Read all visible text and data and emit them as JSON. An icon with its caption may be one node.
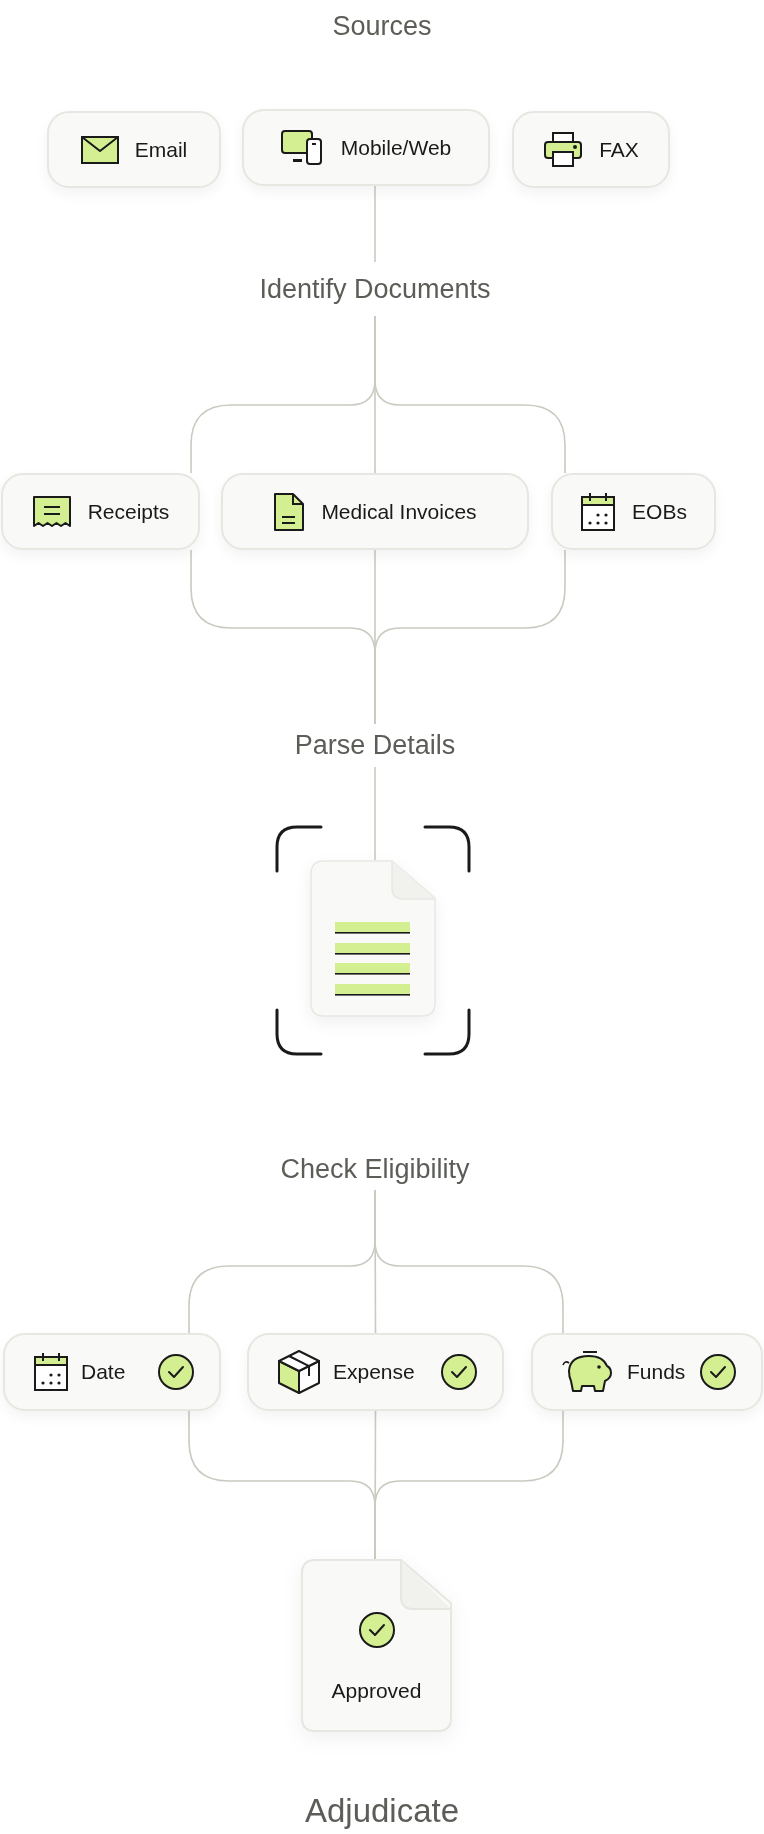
{
  "diagram": {
    "nodes": [
      {
        "text": [
          "Email"
        ]
      },
      {
        "text": [
          "Mobile/Web"
        ]
      },
      {
        "text": [
          "FAX"
        ]
      },
      {
        "text": [
          "Identify Documents"
        ]
      },
      {
        "text": [
          "Receipts"
        ]
      },
      {
        "text": [
          "Medical Invoices"
        ]
      },
      {
        "text": [
          "EOBs"
        ]
      },
      {
        "text": [
          "Parse Details"
        ]
      },
      {
        "text": [],
        "shape": "picture"
      },
      {
        "text": [
          "Check Eligibility"
        ]
      },
      {
        "text": [
          "Date"
        ]
      },
      {
        "text": [
          "Expense"
        ]
      },
      {
        "text": [
          "Funds"
        ]
      },
      {
        "text": [
          "Approved"
        ]
      }
    ],
    "edges": [
      {
        "from": 1,
        "to": 3,
        "arrow": "none"
      },
      {
        "from": 3,
        "to": 4,
        "arrow": "none"
      },
      {
        "from": 3,
        "to": 5,
        "arrow": "none"
      },
      {
        "from": 3,
        "to": 6,
        "arrow": "none"
      },
      {
        "from": 4,
        "to": 7,
        "arrow": "none"
      },
      {
        "from": 5,
        "to": 7,
        "arrow": "none"
      },
      {
        "from": 6,
        "to": 7,
        "arrow": "none"
      },
      {
        "from": 7,
        "to": 8,
        "arrow": "none"
      },
      {
        "from": 9,
        "to": 10,
        "arrow": "none"
      },
      {
        "from": 9,
        "to": 11,
        "arrow": "none"
      },
      {
        "from": 9,
        "to": 12,
        "arrow": "none"
      },
      {
        "from": 10,
        "to": 13,
        "arrow": "none"
      },
      {
        "from": 11,
        "to": 13,
        "arrow": "none"
      },
      {
        "from": 12,
        "to": 13,
        "arrow": "none"
      }
    ],
    "labels": [
      "Sources",
      "Adjudicate"
    ]
  }
}
